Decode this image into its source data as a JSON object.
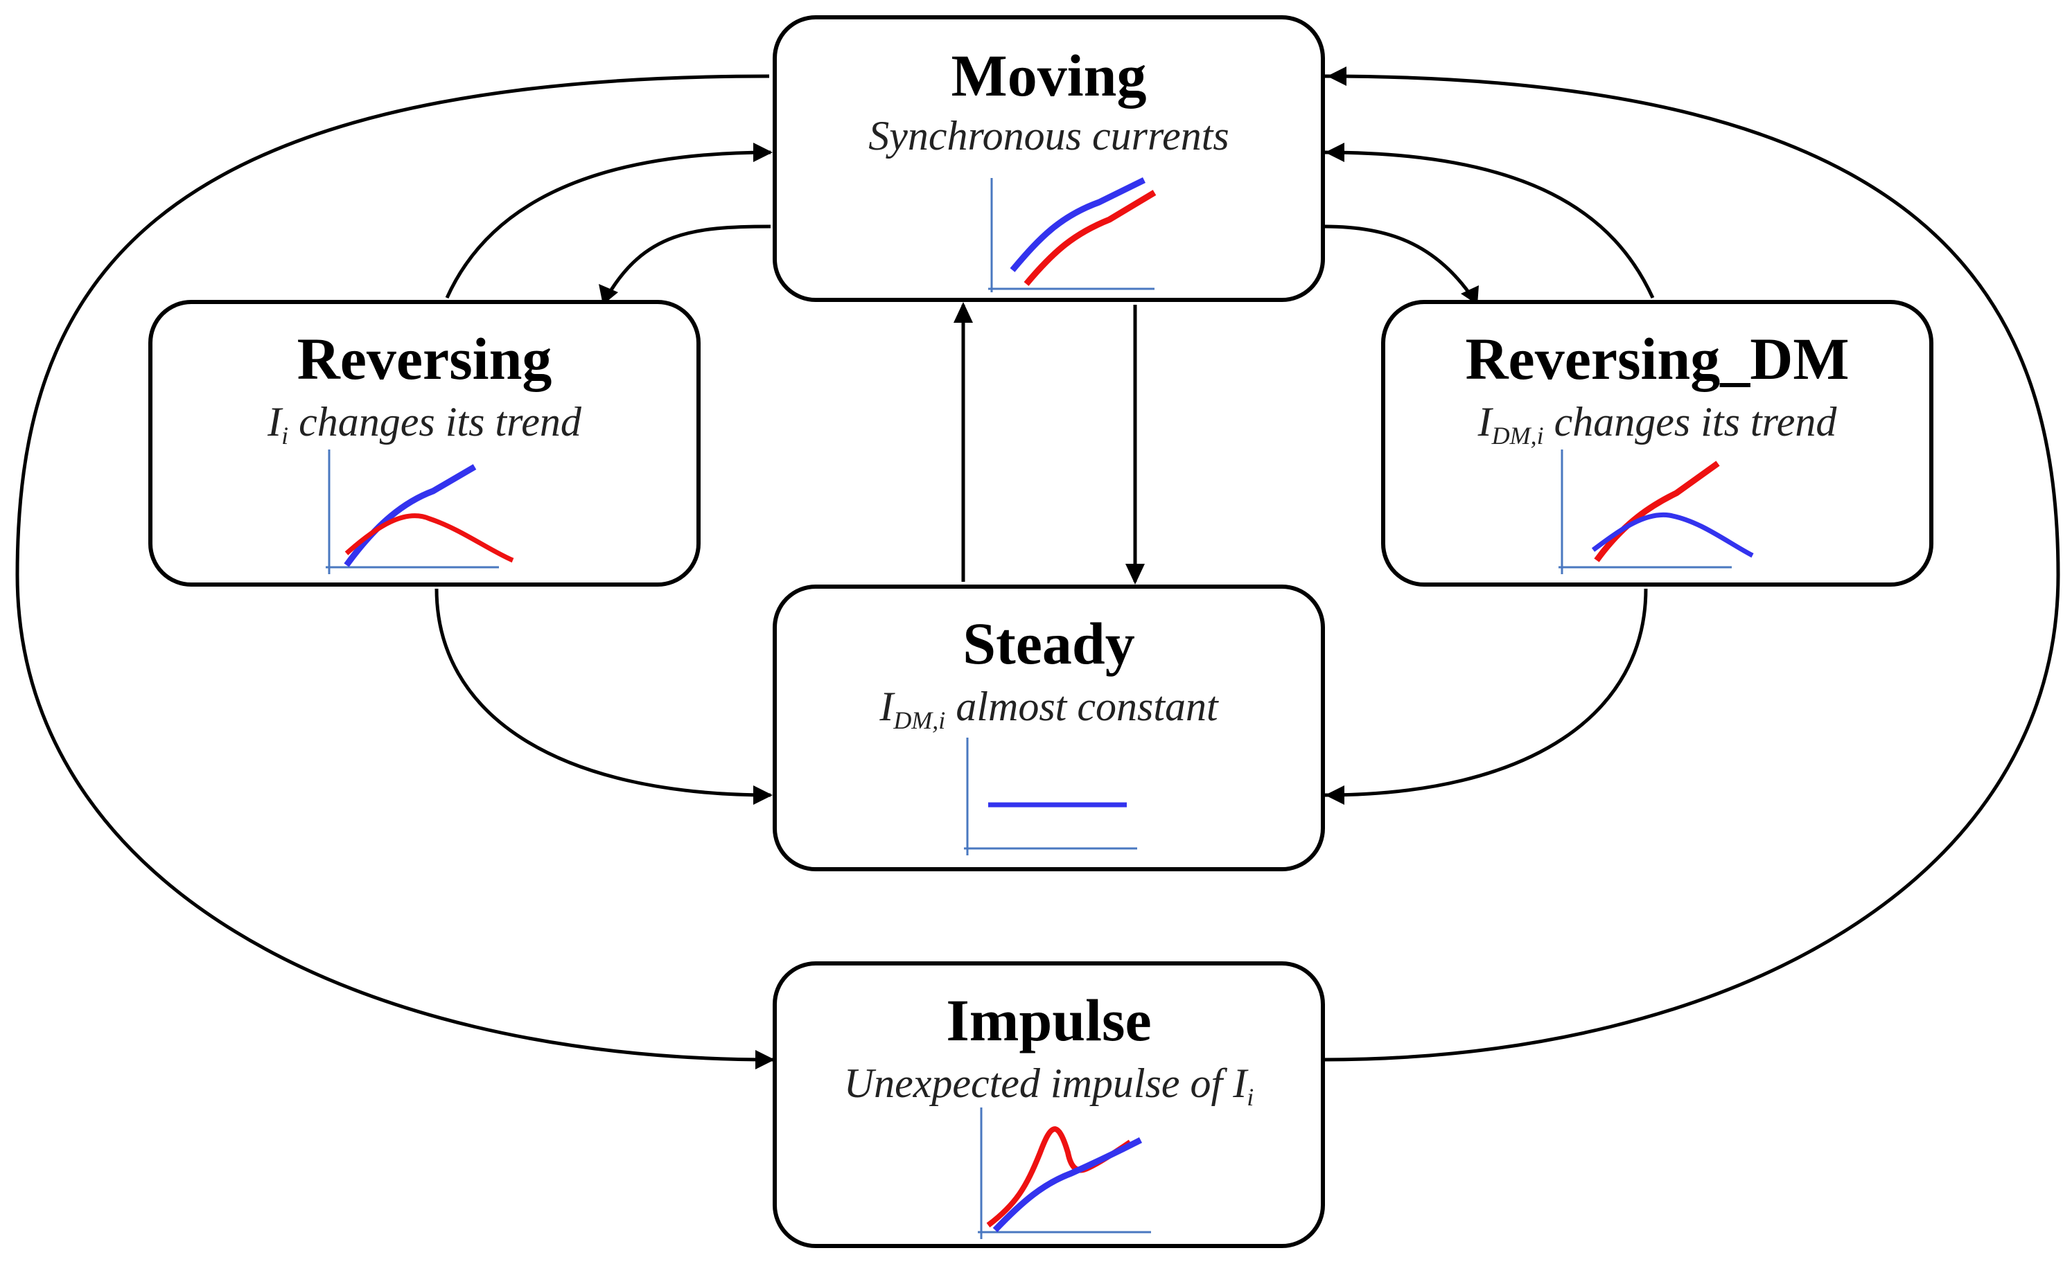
{
  "states": {
    "moving": {
      "title": "Moving",
      "desc": "Synchronous currents"
    },
    "reversing": {
      "title": "Reversing",
      "desc_symbol": "I",
      "desc_sub": "i",
      "desc_rest": " changes its trend"
    },
    "reversing_dm": {
      "title": "Reversing_DM",
      "desc_symbol": "I",
      "desc_sub": "DM,i",
      "desc_rest": " changes its trend"
    },
    "steady": {
      "title": "Steady",
      "desc_symbol": "I",
      "desc_sub": "DM,i",
      "desc_rest": " almost constant"
    },
    "impulse": {
      "title": "Impulse",
      "desc_pre": "Unexpected impulse of ",
      "desc_symbol": "I",
      "desc_sub": "i"
    }
  },
  "colors": {
    "series_a": "#3333ee",
    "series_b": "#ee1111",
    "axis": "#4a78c0",
    "border": "#000000"
  }
}
